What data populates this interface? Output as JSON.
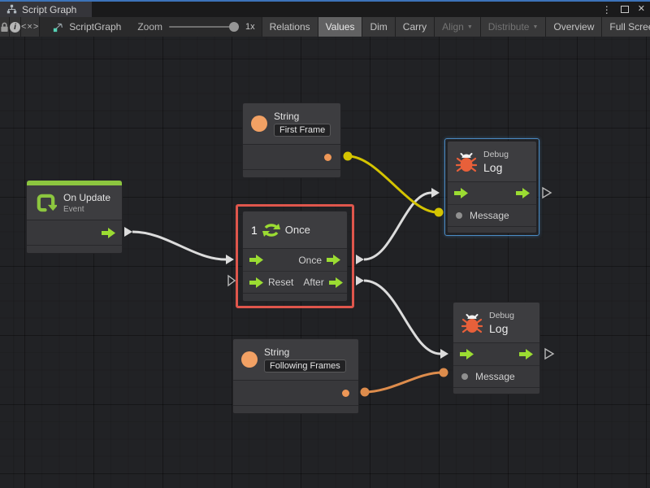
{
  "titlebar": {
    "tab_title": "Script Graph"
  },
  "window_controls": {
    "kebab": "⋮",
    "close": "✕"
  },
  "toolbar": {
    "info_glyph": "i",
    "code_glyph": "<×>",
    "graph_name": "ScriptGraph",
    "zoom_label": "Zoom",
    "zoom_value": "1x",
    "dropdown_arrow": "▼",
    "buttons": {
      "relations": "Relations",
      "values": "Values",
      "dim": "Dim",
      "carry": "Carry",
      "align": "Align",
      "distribute": "Distribute",
      "overview": "Overview",
      "full_screen": "Full Screen"
    }
  },
  "graph": {
    "nodes": {
      "string_top": {
        "title": "String",
        "value": "First Frame"
      },
      "debug_top": {
        "kind": "Debug",
        "title": "Log",
        "input_label": "Message"
      },
      "on_update": {
        "title": "On Update",
        "subtitle": "Event"
      },
      "once": {
        "badge": "1",
        "title": "Once",
        "output1": "Once",
        "input2": "Reset",
        "output2": "After"
      },
      "string_bottom": {
        "title": "String",
        "value": "Following Frames"
      },
      "debug_bottom": {
        "kind": "Debug",
        "title": "Log",
        "input_label": "Message"
      }
    }
  },
  "colors": {
    "accent_green": "#9bdc32",
    "event_green": "#8cc63f",
    "accent_orange": "#f2a164",
    "bug_orange": "#e8603a",
    "wire_yellow": "#d4c400",
    "wire_orange": "#dd8c4c",
    "wire_white": "#dcdcdc",
    "selection_red": "#df564c",
    "selection_blue": "#4b8bc4",
    "titlebar_blue": "#3c73b9"
  }
}
